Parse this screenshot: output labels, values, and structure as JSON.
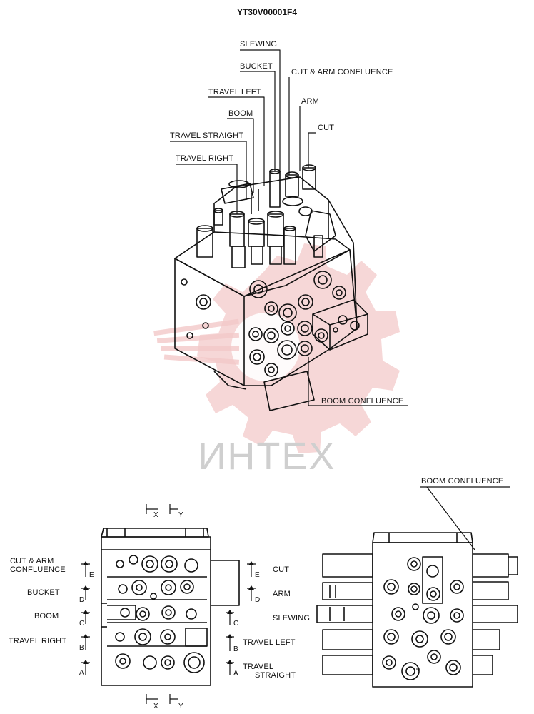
{
  "title": "YT30V00001F4",
  "watermark": {
    "text": "ИНТЕХ"
  },
  "top_labels": {
    "slewing": "SLEWING",
    "bucket": "BUCKET",
    "cut_arm_confluence": "CUT & ARM CONFLUENCE",
    "travel_left": "TRAVEL LEFT",
    "arm": "ARM",
    "boom": "BOOM",
    "cut": "CUT",
    "travel_straight": "TRAVEL STRAIGHT",
    "travel_right": "TRAVEL RIGHT",
    "boom_confluence": "BOOM CONFLUENCE"
  },
  "bottom_left_labels": {
    "cut_arm_line1": "CUT & ARM",
    "cut_arm_line2": "CONFLUENCE",
    "bucket": "BUCKET",
    "boom": "BOOM",
    "travel_right": "TRAVEL RIGHT",
    "cut": "CUT",
    "arm": "ARM",
    "slewing": "SLEWING",
    "travel_left": "TRAVEL LEFT",
    "travel_straight_line1": "TRAVEL",
    "travel_straight_line2": "STRAIGHT"
  },
  "bottom_right_labels": {
    "boom_confluence": "BOOM CONFLUENCE"
  },
  "section_marks": {
    "a": "A",
    "b": "B",
    "c": "C",
    "d": "D",
    "e": "E",
    "x": "X",
    "y": "Y"
  },
  "colors": {
    "ink": "#111111",
    "watermark": "#f3c9c9"
  }
}
